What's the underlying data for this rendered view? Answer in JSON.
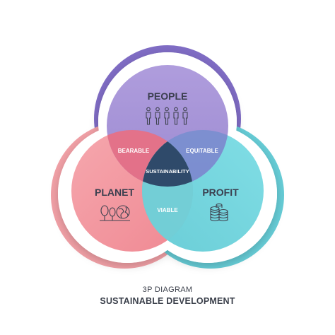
{
  "diagram": {
    "circles": {
      "people": {
        "label": "PEOPLE",
        "color": "#9a86d2",
        "ring_color": "#7f6cc4"
      },
      "planet": {
        "label": "PLANET",
        "color": "#f08a94",
        "ring_color": "#f1a0a6"
      },
      "profit": {
        "label": "PROFIT",
        "color": "#5fcfd9",
        "ring_color": "#66ccd6"
      }
    },
    "overlaps": {
      "people_planet": "BEARABLE",
      "people_profit": "EQUITABLE",
      "planet_profit": "VIABLE",
      "center": "SUSTAINABILITY"
    },
    "icons": {
      "people": "people-group-icon",
      "planet": "trees-globe-icon",
      "profit": "coin-stacks-icon"
    },
    "center_color": "#2f4a6a"
  },
  "caption": {
    "subtitle": "3P DIAGRAM",
    "title": "SUSTAINABLE DEVELOPMENT"
  }
}
